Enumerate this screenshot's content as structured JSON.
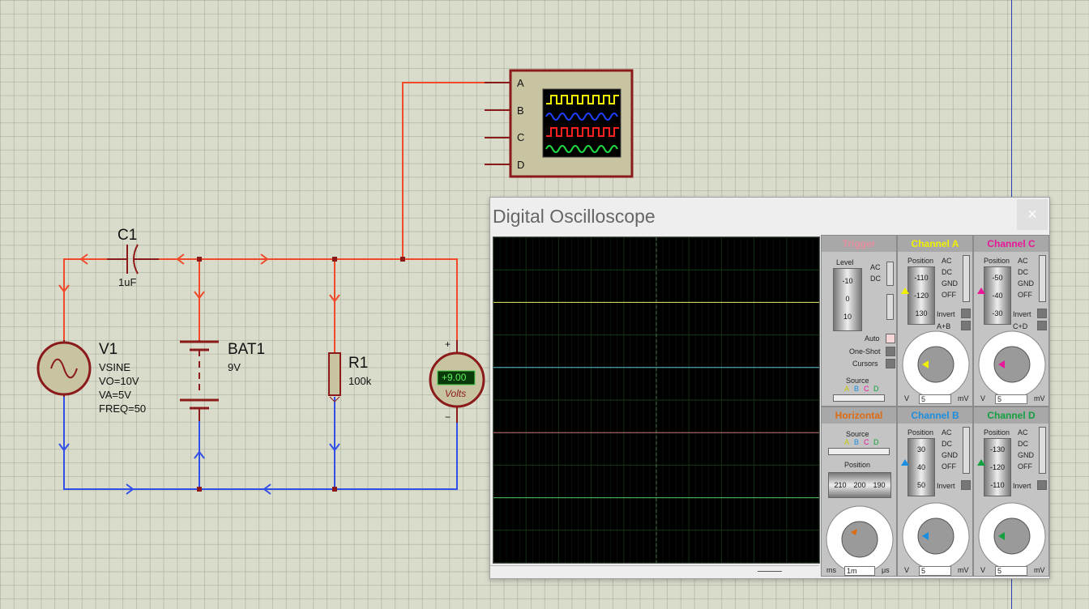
{
  "schematic": {
    "capacitor": {
      "ref": "C1",
      "value": "1uF"
    },
    "source": {
      "ref": "V1",
      "params": [
        "VSINE",
        "VO=10V",
        "VA=5V",
        "FREQ=50"
      ]
    },
    "battery": {
      "ref": "BAT1",
      "value": "9V"
    },
    "resistor": {
      "ref": "R1",
      "value": "100k"
    },
    "voltmeter": {
      "reading": "+9.00",
      "unit": "Volts",
      "plus": "+",
      "minus": "−"
    },
    "scope_symbol": {
      "pins": [
        "A",
        "B",
        "C",
        "D"
      ]
    },
    "colors": {
      "positive_wire": "#f04a2a",
      "ground_wire": "#3050e8",
      "component": "#8b1a1a"
    }
  },
  "scope_window": {
    "title": "Digital Oscilloscope",
    "close": "×",
    "trigger": {
      "title": "Trigger",
      "level_label": "Level",
      "level_wheel": [
        "-10",
        "0",
        "10"
      ],
      "coupling": [
        "AC",
        "DC"
      ],
      "auto": "Auto",
      "one_shot": "One-Shot",
      "cursors": "Cursors",
      "source_label": "Source",
      "sources": [
        "A",
        "B",
        "C",
        "D"
      ]
    },
    "horizontal": {
      "title": "Horizontal",
      "source_label": "Source",
      "sources": [
        "A",
        "B",
        "C",
        "D"
      ],
      "position_label": "Position",
      "position_wheel": [
        "210",
        "200",
        "190"
      ],
      "units_left": "ms",
      "value": "1m",
      "units_right": "μs"
    },
    "channels": [
      {
        "title": "Channel A",
        "color": "#f0f000",
        "position_label": "Position",
        "wheel": [
          "-110",
          "-120",
          "130"
        ],
        "options": [
          "AC",
          "DC",
          "GND",
          "OFF"
        ],
        "extra": [
          "Invert",
          "A+B"
        ],
        "left_unit": "V",
        "value": "5",
        "right_unit": "mV"
      },
      {
        "title": "Channel C",
        "color": "#e8179a",
        "position_label": "Position",
        "wheel": [
          "-50",
          "-40",
          "-30"
        ],
        "options": [
          "AC",
          "DC",
          "GND",
          "OFF"
        ],
        "extra": [
          "Invert",
          "C+D"
        ],
        "left_unit": "V",
        "value": "5",
        "right_unit": "mV"
      },
      {
        "title": "Channel B",
        "color": "#1a8ee0",
        "position_label": "Position",
        "wheel": [
          "30",
          "40",
          "50"
        ],
        "options": [
          "AC",
          "DC",
          "GND",
          "OFF"
        ],
        "extra": [
          "Invert"
        ],
        "left_unit": "V",
        "value": "5",
        "right_unit": "mV"
      },
      {
        "title": "Channel D",
        "color": "#13a040",
        "position_label": "Position",
        "wheel": [
          "-130",
          "-120",
          "-110"
        ],
        "options": [
          "AC",
          "DC",
          "GND",
          "OFF"
        ],
        "extra": [
          "Invert"
        ],
        "left_unit": "V",
        "value": "5",
        "right_unit": "mV"
      }
    ],
    "trace_colors": [
      "#e8e860",
      "#5fb8d8",
      "#c07070",
      "#50c060"
    ]
  }
}
